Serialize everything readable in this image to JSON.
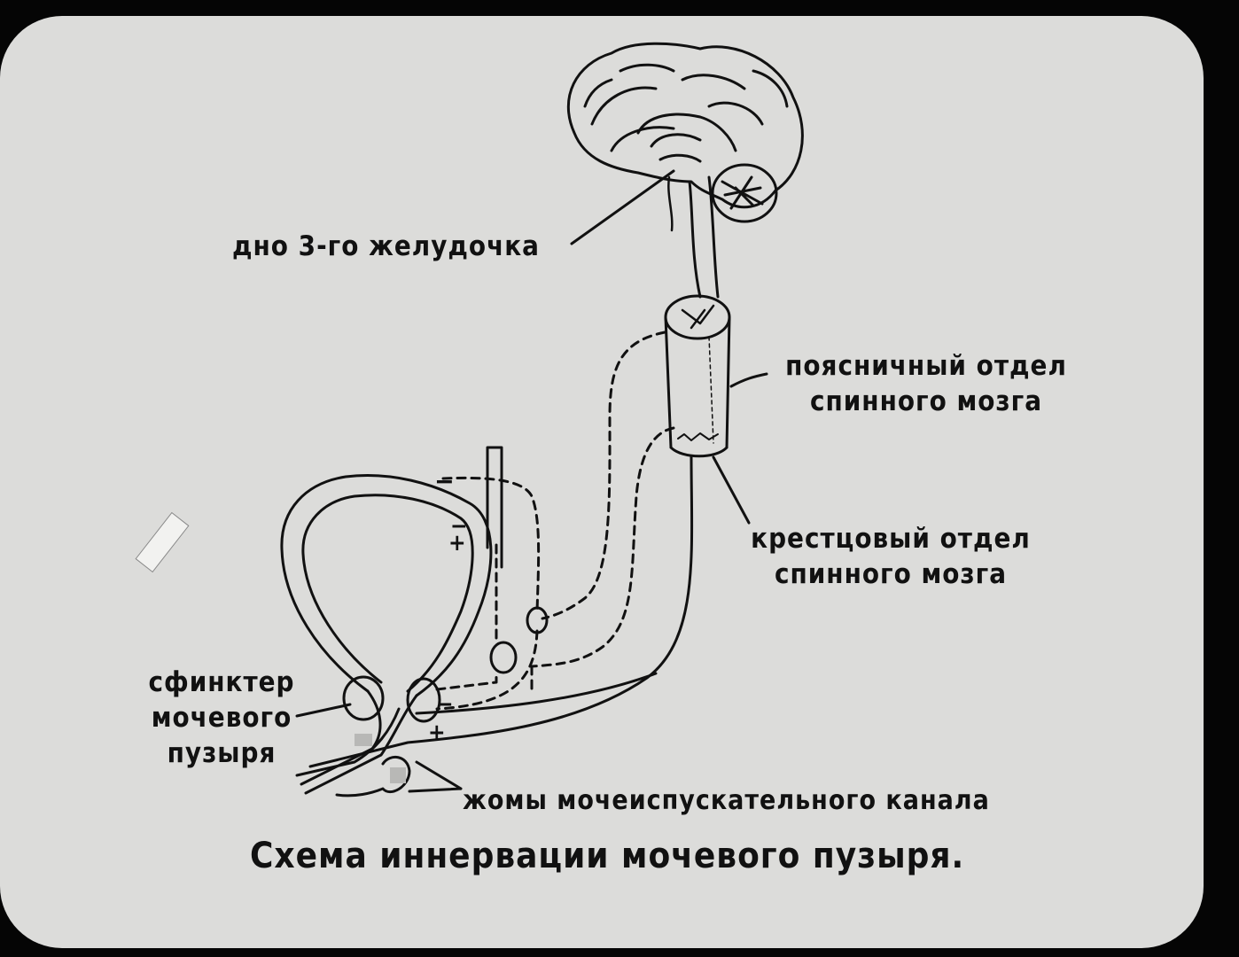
{
  "labels": {
    "third_ventricle": "дно 3-го желудочка",
    "lumbar_line1": "поясничный отдел",
    "lumbar_line2": "спинного мозга",
    "sacral_line1": "крестцовый отдел",
    "sacral_line2": "спинного мозга",
    "sphincter_line1": "сфинктер",
    "sphincter_line2": "мочевого",
    "sphincter_line3": "пузыря",
    "urethra_muscles": "жомы мочеиспускательного канала"
  },
  "signs": {
    "minus_top": "−",
    "minus_mid": "−",
    "plus_mid": "+",
    "minus_low": "−",
    "plus_low": "+"
  },
  "title": "Схема иннервации мочевого пузыря."
}
